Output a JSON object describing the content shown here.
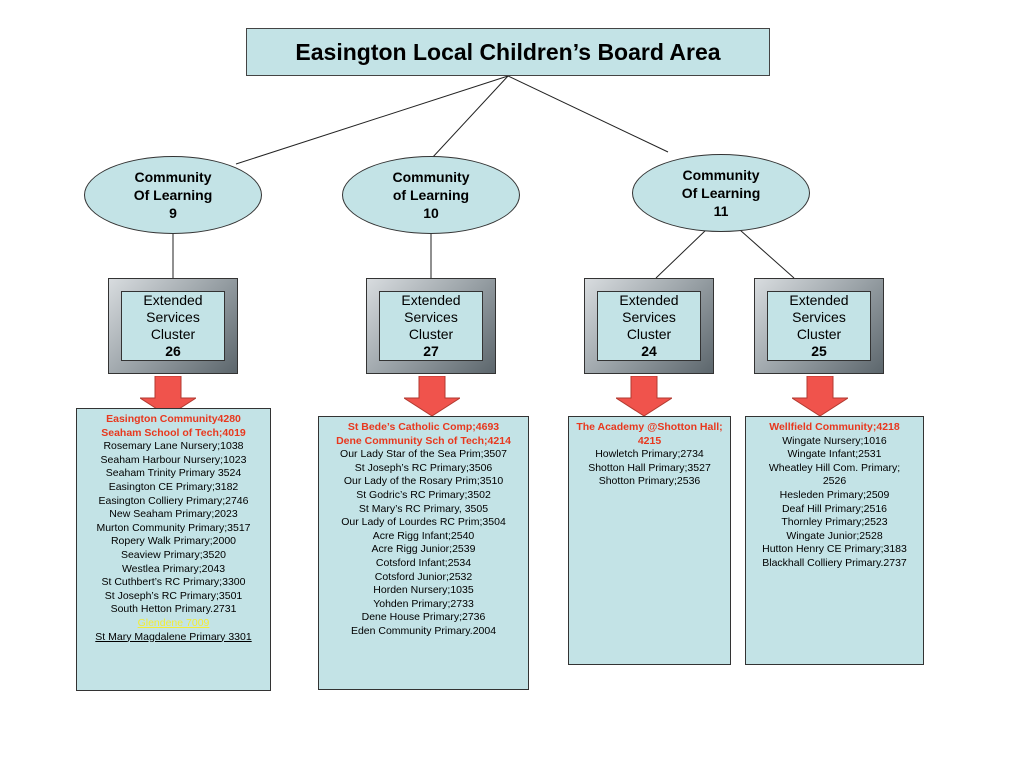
{
  "title": "Easington Local Children’s Board Area",
  "colors": {
    "box_fill": "#c3e3e6",
    "highlight_text": "#e8381e",
    "arrow": "#f0534c",
    "yellow_link": "#f2ec36"
  },
  "communities": [
    {
      "line1": "Community",
      "line2": "Of Learning",
      "number": "9"
    },
    {
      "line1": "Community",
      "line2": "of Learning",
      "number": "10"
    },
    {
      "line1": "Community",
      "line2": "Of Learning",
      "number": "11"
    }
  ],
  "clusters": [
    {
      "line1": "Extended",
      "line2": "Services",
      "line3": "Cluster",
      "number": "26"
    },
    {
      "line1": "Extended",
      "line2": "Services",
      "line3": "Cluster",
      "number": "27"
    },
    {
      "line1": "Extended",
      "line2": "Services",
      "line3": "Cluster",
      "number": "24"
    },
    {
      "line1": "Extended",
      "line2": "Services",
      "line3": "Cluster",
      "number": "25"
    }
  ],
  "lists": [
    {
      "highlight": [
        "Easington Community4280",
        "Seaham School of Tech;4019"
      ],
      "items": [
        "Rosemary Lane Nursery;1038",
        "Seaham Harbour Nursery;1023",
        "Seaham Trinity Primary 3524",
        "Easington CE Primary;3182",
        "Easington Colliery Primary;2746",
        "New Seaham Primary;2023",
        "Murton Community Primary;3517",
        "Ropery Walk Primary;2000",
        "Seaview Primary;3520",
        "Westlea Primary;2043",
        "St Cuthbert’s RC Primary;3300",
        "St Joseph’s RC Primary;3501",
        "South Hetton Primary.2731"
      ],
      "yellow_link": "Glendene 7009",
      "underlined": "St Mary Magdalene Primary 3301"
    },
    {
      "highlight": [
        "St Bede’s Catholic Comp;4693",
        "Dene Community Sch of Tech;4214"
      ],
      "items": [
        "Our Lady Star of the Sea Prim;3507",
        "St Joseph’s RC Primary;3506",
        "Our Lady of the Rosary Prim;3510",
        "St Godric’s RC Primary;3502",
        "St Mary’s RC Primary, 3505",
        "Our Lady of Lourdes RC Prim;3504",
        "Acre Rigg Infant;2540",
        "Acre Rigg Junior;2539",
        "Cotsford Infant;2534",
        "Cotsford Junior;2532",
        "Horden Nursery;1035",
        "Yohden Primary;2733",
        "Dene House Primary;2736",
        "Eden Community Primary.2004"
      ]
    },
    {
      "highlight": [
        "The Academy @Shotton Hall; 4215"
      ],
      "items": [
        "Howletch Primary;2734",
        "Shotton Hall Primary;3527",
        "Shotton Primary;2536"
      ]
    },
    {
      "highlight": [
        "Wellfield Community;4218"
      ],
      "items": [
        "Wingate Nursery;1016",
        "Wingate Infant;2531",
        "Wheatley Hill Com. Primary;",
        "2526",
        "Hesleden Primary;2509",
        "Deaf Hill Primary;2516",
        "Thornley Primary;2523",
        "Wingate Junior;2528",
        "Hutton Henry CE Primary;3183",
        "Blackhall Colliery Primary.2737"
      ]
    }
  ]
}
